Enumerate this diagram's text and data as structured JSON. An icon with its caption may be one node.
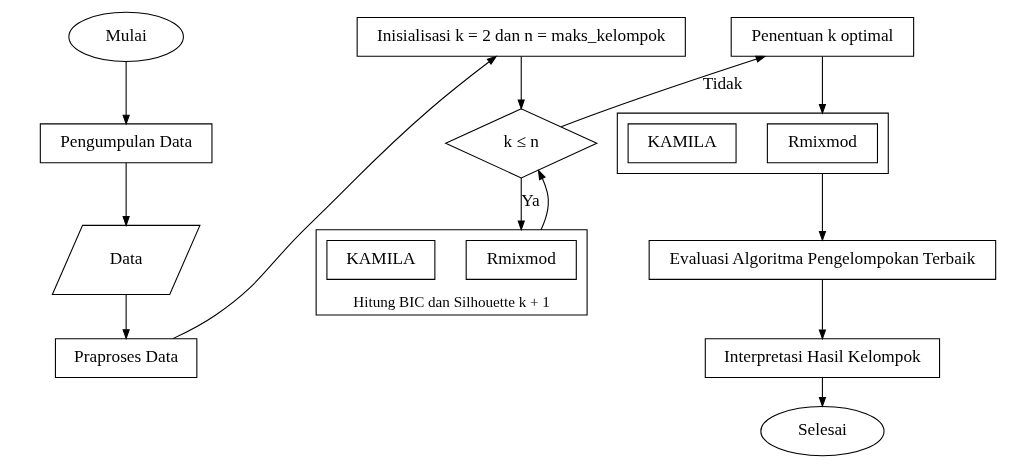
{
  "diagram": {
    "nodes": [
      {
        "text": [
          "Mulai"
        ]
      },
      {
        "text": [
          "Pengumpulan Data"
        ]
      },
      {
        "text": [
          "Data"
        ]
      },
      {
        "text": [
          "Praproses Data"
        ]
      },
      {
        "text": [
          "Inisialisasi k = 2 dan n = maks_kelompok"
        ]
      },
      {
        "text": [
          "k ≤ n"
        ]
      },
      {
        "text": [
          "Hitung BIC dan Silhouette k + 1"
        ]
      },
      {
        "text": [
          "Rmixmod"
        ],
        "in": 6
      },
      {
        "text": [
          "KAMILA"
        ],
        "in": 6
      },
      {
        "text": [
          "Penentuan k optimal"
        ]
      },
      {
        "text": [],
        "shape": "box"
      },
      {
        "text": [
          "Rmixmod"
        ],
        "in": 10
      },
      {
        "text": [
          "KAMILA"
        ],
        "in": 10
      },
      {
        "text": [
          "Evaluasi Algoritma Pengelompokan Terbaik"
        ]
      },
      {
        "text": [
          "Interpretasi Hasil Kelompok"
        ]
      },
      {
        "text": [
          "Selesai"
        ]
      }
    ],
    "edges": [
      {
        "from": 0,
        "to": 1,
        "arrow": "to"
      },
      {
        "from": 1,
        "to": 2,
        "arrow": "to"
      },
      {
        "from": 2,
        "to": 3,
        "arrow": "to"
      },
      {
        "from": 3,
        "to": 4,
        "arrow": "to"
      },
      {
        "from": 4,
        "to": 5,
        "arrow": "to"
      },
      {
        "from": 5,
        "to": 6,
        "arrow": "to",
        "label": "Ya"
      },
      {
        "from": 6,
        "to": 5,
        "arrow": "to"
      },
      {
        "from": 5,
        "to": 9,
        "arrow": "to",
        "label": "Tidak"
      },
      {
        "from": 9,
        "to": 10,
        "arrow": "to"
      },
      {
        "from": 10,
        "to": 13,
        "arrow": "to"
      },
      {
        "from": 13,
        "to": 14,
        "arrow": "to"
      },
      {
        "from": 14,
        "to": 15,
        "arrow": "to"
      }
    ]
  }
}
